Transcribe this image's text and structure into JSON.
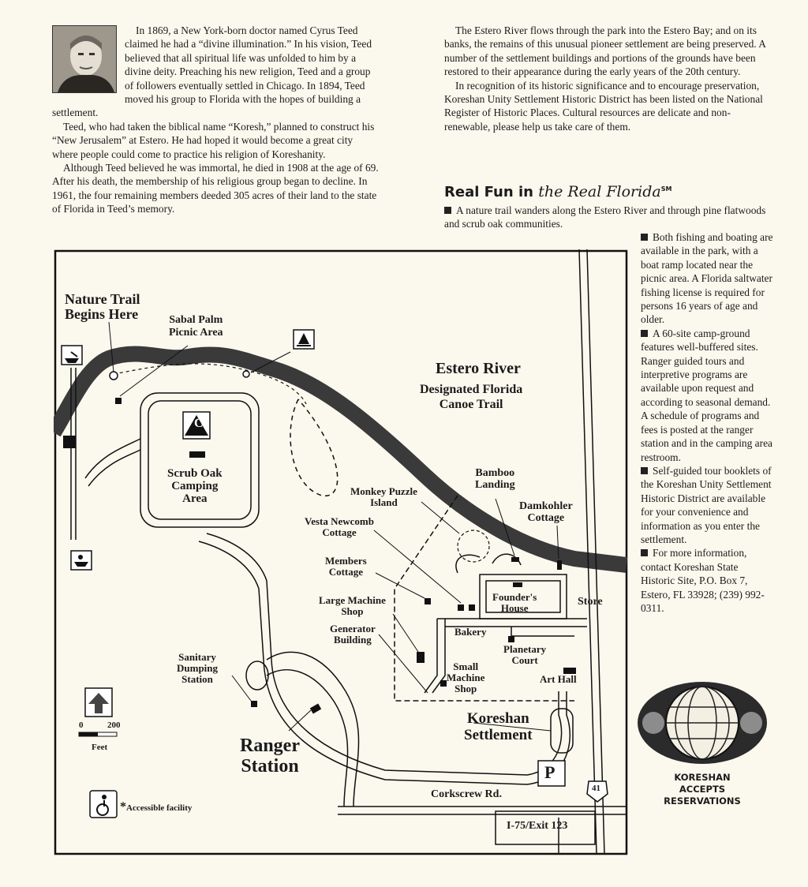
{
  "intro_left": [
    "In 1869, a New York-born doctor named Cyrus Teed claimed he had a “divine illumination.” In his vision, Teed believed that all spiritual life was unfolded to him by a divine deity. Preaching his new religion, Teed and a group of followers eventually settled in Chicago. In 1894, Teed moved his group to Florida with the hopes of building a settlement.",
    "Teed, who had taken the biblical name “Koresh,” planned to construct his “New Jerusalem” at Estero. He had hoped it would become a great city where people could come to practice his religion of Koreshanity.",
    "Although Teed believed he was immortal, he died in 1908 at the age of 69. After his death, the membership of his religious group began to decline. In 1961, the four remaining members deeded 305 acres of their land to the state of Florida in Teed’s memory."
  ],
  "intro_right": [
    "The Estero River flows through the park into the Estero Bay; and on its banks, the remains of this unusual pioneer settlement are being preserved. A number of the settlement buildings and portions of the grounds have been restored to their appearance during the early years of the 20th century.",
    "In recognition of its historic significance and to encourage preservation, Koreshan Unity Settlement Historic District has been listed on the National Register of Historic Places. Cultural resources are delicate and non-renewable, please help us take care of them."
  ],
  "heading": {
    "bold": "Real Fun in ",
    "script": "the Real Florida",
    "mark": "SM"
  },
  "bullets": [
    "A nature trail wanders along the Estero River and through pine flatwoods and scrub oak communities.",
    "Both fishing and boating are available in the park, with a boat ramp located near the picnic area. A Florida saltwater fishing license is required for persons 16 years of age and older.",
    "A 60-site camp-ground features well-buffered sites. Ranger guided tours and interpretive programs are available upon request and according to seasonal demand. A schedule of programs and fees is posted at the ranger station and in the camping area restroom.",
    "Self-guided tour booklets of the Koreshan Unity Settlement Historic District are available for your convenience and information as you enter the settlement.",
    "For more information, contact Koreshan State Historic Site, P.O. Box 7, Estero, FL 33928; (239) 992-0311."
  ],
  "seal_caption": [
    "KORESHAN",
    "ACCEPTS",
    "RESERVATIONS"
  ],
  "map": {
    "labels": {
      "nature_trail": [
        "Nature Trail",
        "Begins Here"
      ],
      "sabal_palm": [
        "Sabal Palm",
        "Picnic Area"
      ],
      "estero_river": "Estero River",
      "designated": [
        "Designated Florida",
        "Canoe Trail"
      ],
      "scrub_oak": [
        "Scrub Oak",
        "Camping",
        "Area"
      ],
      "bamboo": [
        "Bamboo",
        "Landing"
      ],
      "monkey": [
        "Monkey Puzzle",
        "Island"
      ],
      "damkohler": [
        "Damkohler",
        "Cottage"
      ],
      "vesta": [
        "Vesta Newcomb",
        "Cottage"
      ],
      "members": [
        "Members",
        "Cottage"
      ],
      "founders": [
        "Founder's",
        "House"
      ],
      "store": "Store",
      "large_machine": [
        "Large Machine",
        "Shop"
      ],
      "generator": [
        "Generator",
        "Building"
      ],
      "bakery": "Bakery",
      "planetary": [
        "Planetary",
        "Court"
      ],
      "small_machine": [
        "Small",
        "Machine",
        "Shop"
      ],
      "art_hall": "Art Hall",
      "sanitary": [
        "Sanitary",
        "Dumping",
        "Station"
      ],
      "koreshan": [
        "Koreshan",
        "Settlement"
      ],
      "ranger": [
        "Ranger",
        "Station"
      ],
      "corkscrew": "Corkscrew Rd.",
      "interstate": "I-75/Exit 123",
      "route": "41",
      "parking": "P",
      "camp_symbol": "C",
      "scale_zero": "0",
      "scale_max": "200",
      "scale_unit": "Feet",
      "accessible": "Accessible facility"
    }
  }
}
